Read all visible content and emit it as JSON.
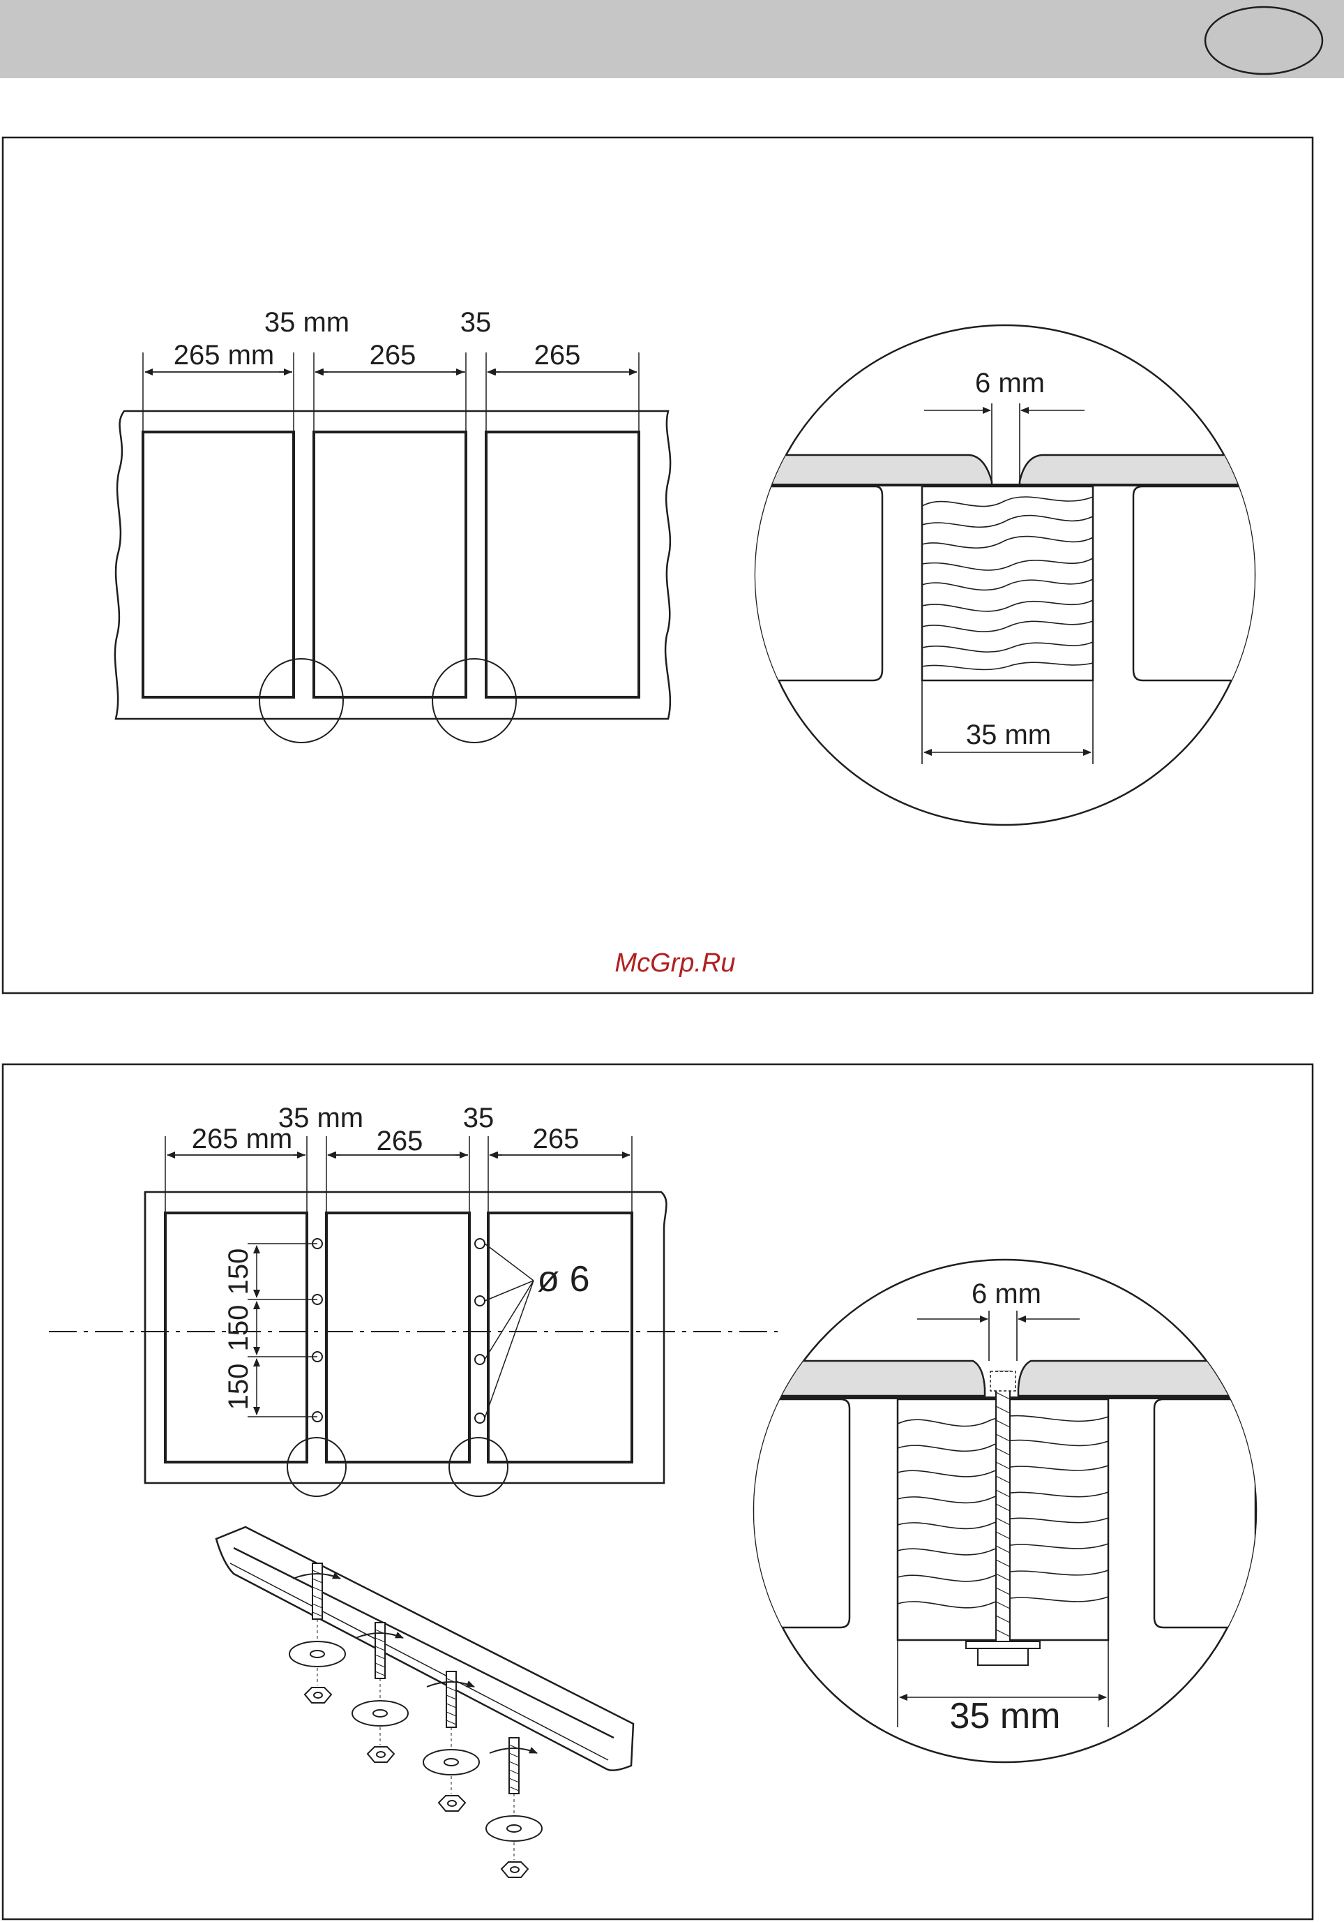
{
  "header": {
    "bg_color": "#c6c6c6",
    "badge_text": ""
  },
  "watermark": {
    "text": "McGrp.Ru",
    "color": "#b02020"
  },
  "panel1": {
    "dims": {
      "left_width": "265 mm",
      "gap_left": "35 mm",
      "middle_width": "265",
      "gap_right": "35",
      "right_width": "265"
    },
    "detail": {
      "slot_width": "6 mm",
      "strip_width": "35 mm"
    }
  },
  "panel2": {
    "dims": {
      "left_width": "265 mm",
      "gap_left": "35 mm",
      "middle_width": "265",
      "gap_right": "35",
      "right_width": "265"
    },
    "hole_spacing": [
      "150",
      "150",
      "150"
    ],
    "hole_diameter": "ø 6",
    "detail": {
      "slot_width": "6 mm",
      "strip_width": "35 mm"
    }
  },
  "icons": [
    "arrow-icon",
    "bolt-icon",
    "washer-icon",
    "nut-icon",
    "rotation-arrow-icon",
    "wood-strip-icon"
  ]
}
